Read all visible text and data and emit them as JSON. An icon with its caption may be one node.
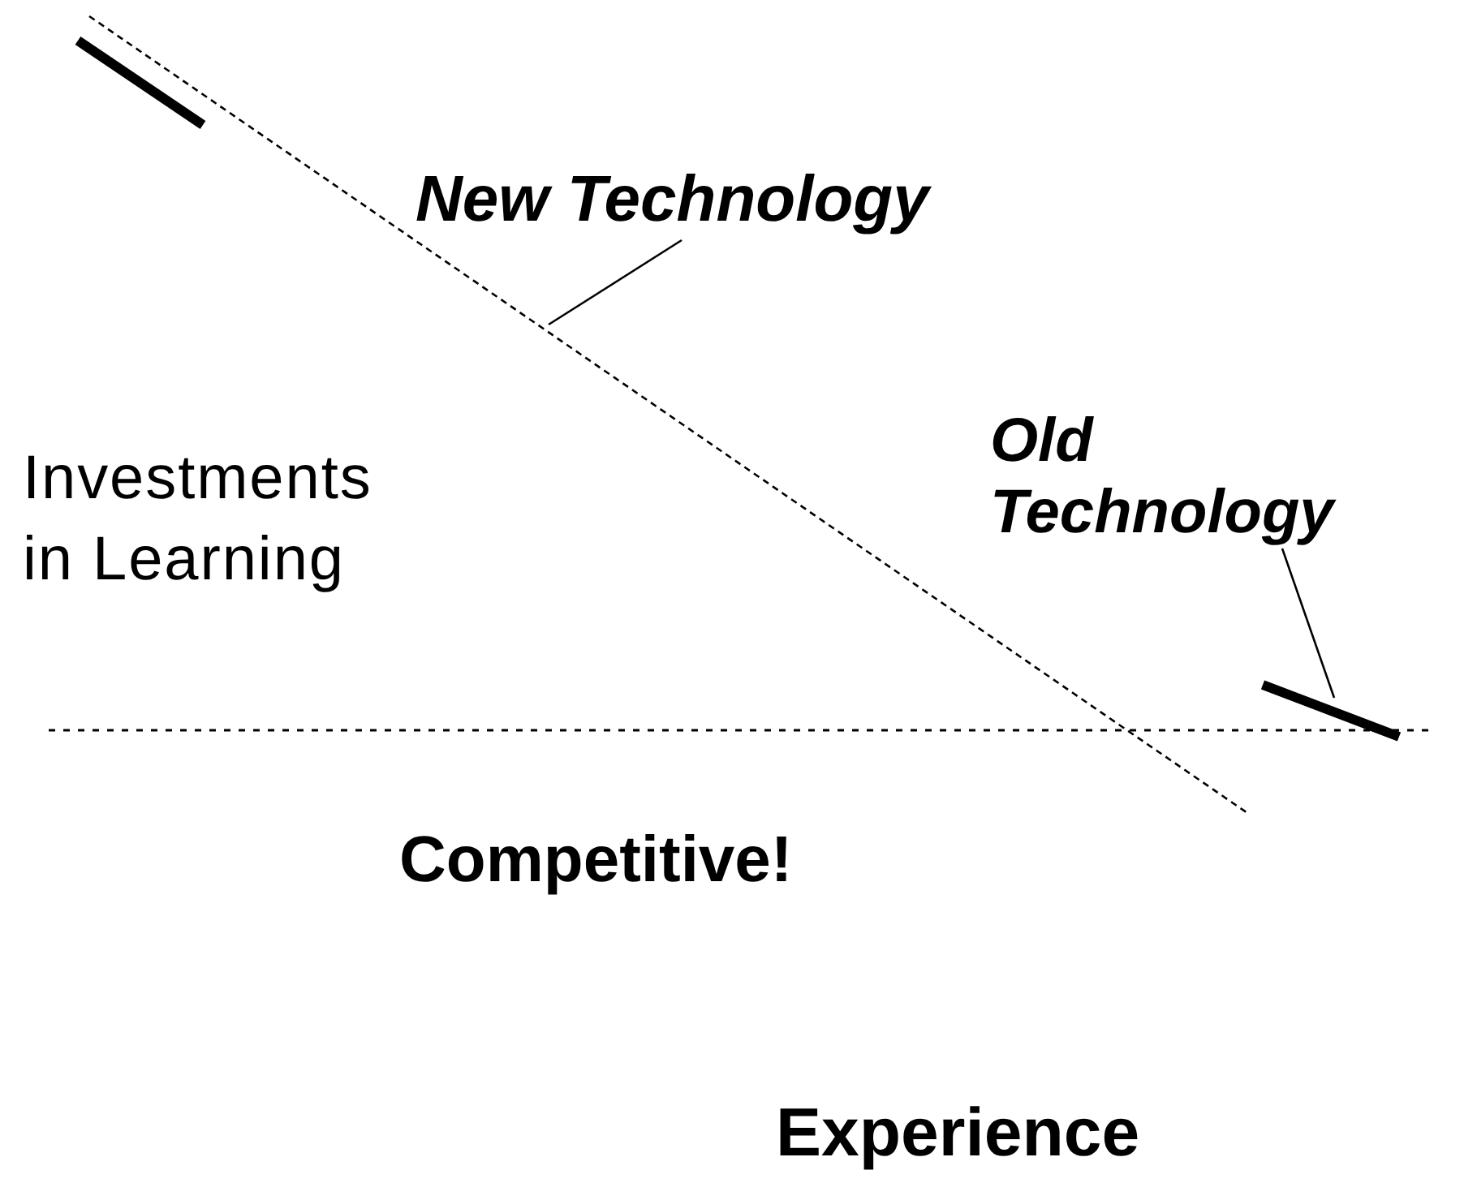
{
  "diagram": {
    "nodes": [
      {
        "text": [
          "New Technology"
        ]
      },
      {
        "text": [
          "Old Technology"
        ]
      }
    ],
    "edges": [
      {
        "from": 0,
        "to": null,
        "arrow": "none"
      },
      {
        "from": 1,
        "to": null,
        "arrow": "none"
      }
    ],
    "labels": [
      "Investments in Learning",
      "Competitive!",
      "Experience"
    ]
  }
}
